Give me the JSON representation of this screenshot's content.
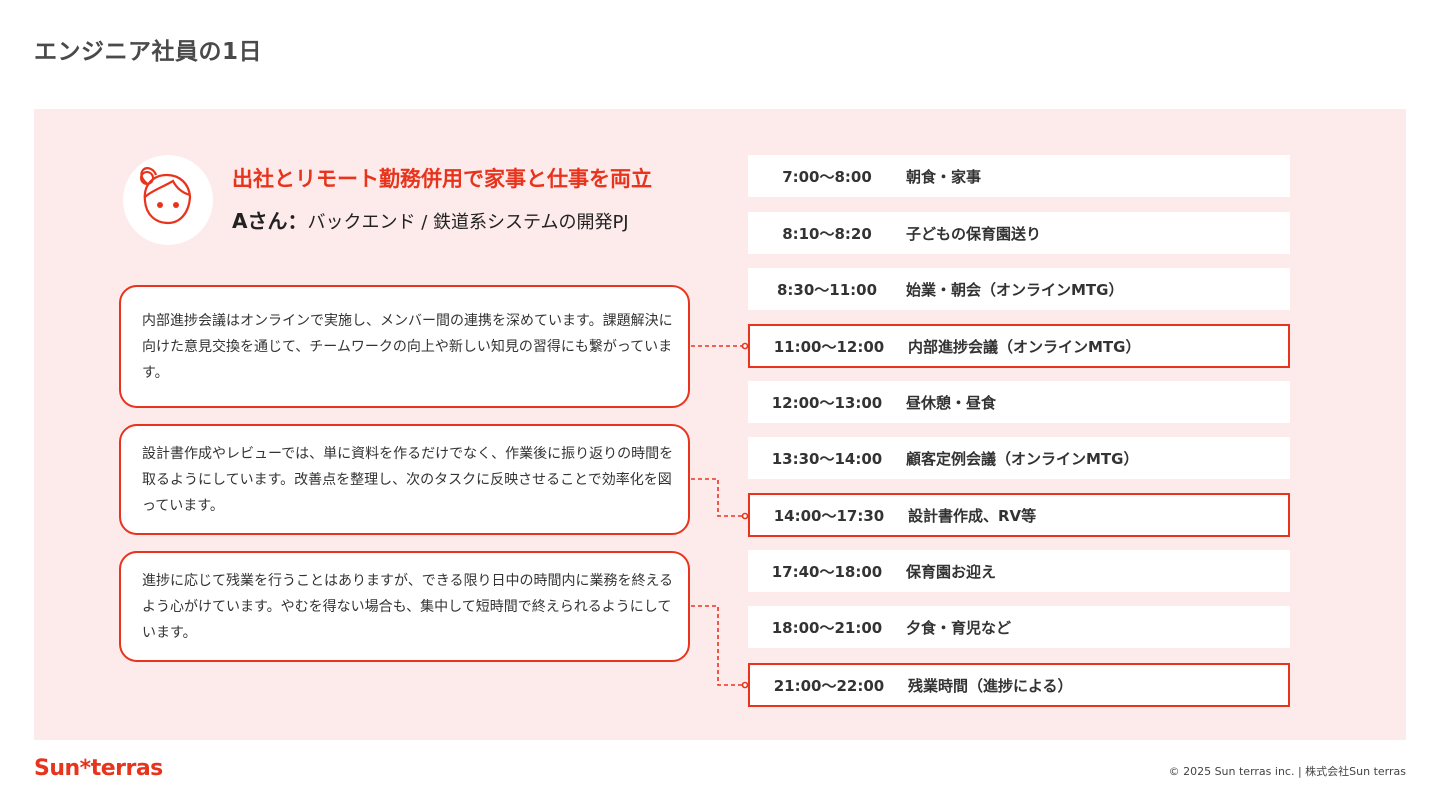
{
  "page": {
    "title": "エンジニア社員の1日"
  },
  "profile": {
    "headline": "出社とリモート勤務併用で家事と仕事を両立",
    "name": "Aさん：",
    "role": "バックエンド / 鉄道系システムの開発PJ"
  },
  "comments": [
    {
      "text": "内部進捗会議はオンラインで実施し、メンバー間の連携を深めています。課題解決に向けた意見交換を通じて、チームワークの向上や新しい知見の習得にも繋がっています。"
    },
    {
      "text": "設計書作成やレビューでは、単に資料を作るだけでなく、作業後に振り返りの時間を取るようにしています。改善点を整理し、次のタスクに反映させることで効率化を図っています。"
    },
    {
      "text": "進捗に応じて残業を行うことはありますが、できる限り日中の時間内に業務を終えるよう心がけています。やむを得ない場合も、集中して短時間で終えられるようにしています。"
    }
  ],
  "schedule": [
    {
      "time": "7:00〜8:00",
      "activity": "朝食・家事",
      "highlight": false
    },
    {
      "time": "8:10〜8:20",
      "activity": "子どもの保育園送り",
      "highlight": false
    },
    {
      "time": "8:30〜11:00",
      "activity": "始業・朝会（オンラインMTG）",
      "highlight": false
    },
    {
      "time": "11:00〜12:00",
      "activity": "内部進捗会議（オンラインMTG）",
      "highlight": true
    },
    {
      "time": "12:00〜13:00",
      "activity": "昼休憩・昼食",
      "highlight": false
    },
    {
      "time": "13:30〜14:00",
      "activity": "顧客定例会議（オンラインMTG）",
      "highlight": false
    },
    {
      "time": "14:00〜17:30",
      "activity": "設計書作成、RV等",
      "highlight": true
    },
    {
      "time": "17:40〜18:00",
      "activity": "保育園お迎え",
      "highlight": false
    },
    {
      "time": "18:00〜21:00",
      "activity": "夕食・育児など",
      "highlight": false
    },
    {
      "time": "21:00〜22:00",
      "activity": "残業時間（進捗による）",
      "highlight": true
    }
  ],
  "footer": {
    "logo_left": "Sun",
    "logo_right": "terras",
    "copyright": "© 2025 Sun terras inc. | 株式会社Sun terras"
  },
  "colors": {
    "accent": "#e8341c",
    "panel_bg": "#fdeaea",
    "row_bg": "#ffffff"
  },
  "icons": {
    "avatar": "person-face-icon",
    "logo_mark": "star-icon"
  }
}
